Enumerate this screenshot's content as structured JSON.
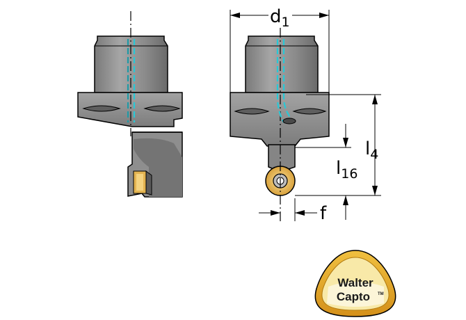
{
  "dimensions": {
    "d1": {
      "base": "d",
      "sub": "1"
    },
    "l4": {
      "base": "l",
      "sub": "4"
    },
    "l16": {
      "base": "l",
      "sub": "16"
    },
    "f": {
      "base": "f"
    }
  },
  "logo": {
    "line1": "Walter",
    "line2": "Capto",
    "tm": "TM"
  },
  "colors": {
    "body_gray": "#8c8c8c",
    "body_dark": "#6e6e6e",
    "body_light": "#b0b0b0",
    "coolant": "#29c8d6",
    "insert_gold": "#e3b451",
    "logo_outer": "#e3a81f",
    "logo_inner": "#f7e5a0"
  },
  "icons": {
    "brand_logo": "walter-capto-logo"
  }
}
